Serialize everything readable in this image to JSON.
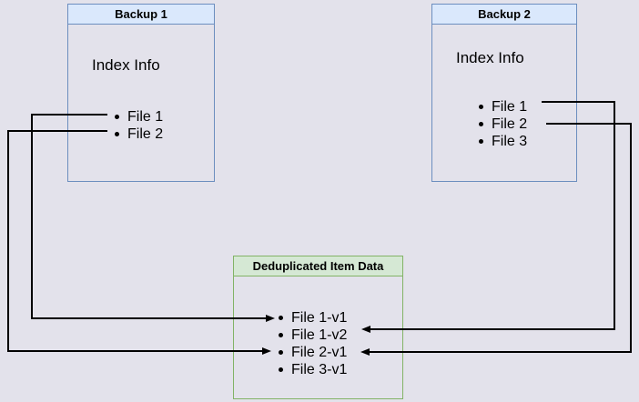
{
  "canvas": {
    "background_color": "#e3e2eb",
    "line_color": "#000000"
  },
  "colors": {
    "blue_fill": "#dae8fc",
    "blue_border": "#6c8ebf",
    "green_fill": "#d5e8d4",
    "green_border": "#82b366"
  },
  "boxes": {
    "backup1": {
      "title": "Backup 1",
      "label": "Index Info",
      "files": [
        "File 1",
        "File 2"
      ]
    },
    "backup2": {
      "title": "Backup 2",
      "label": "Index Info",
      "files": [
        "File 1",
        "File 2",
        "File 3"
      ]
    },
    "dedup": {
      "title": "Deduplicated Item Data",
      "items": [
        "File 1-v1",
        "File 1-v2",
        "File 2-v1",
        "File 3-v1"
      ]
    }
  },
  "connections": [
    {
      "from": "Backup 1 / File 1",
      "to": "Deduplicated Item Data / File 1-v1",
      "side": "left"
    },
    {
      "from": "Backup 1 / File 2",
      "to": "Deduplicated Item Data / File 2-v1",
      "side": "left"
    },
    {
      "from": "Backup 2 / File 1",
      "to": "Deduplicated Item Data / File 1-v2",
      "side": "right"
    },
    {
      "from": "Backup 2 / File 2",
      "to": "Deduplicated Item Data / File 2-v1",
      "side": "right"
    }
  ]
}
